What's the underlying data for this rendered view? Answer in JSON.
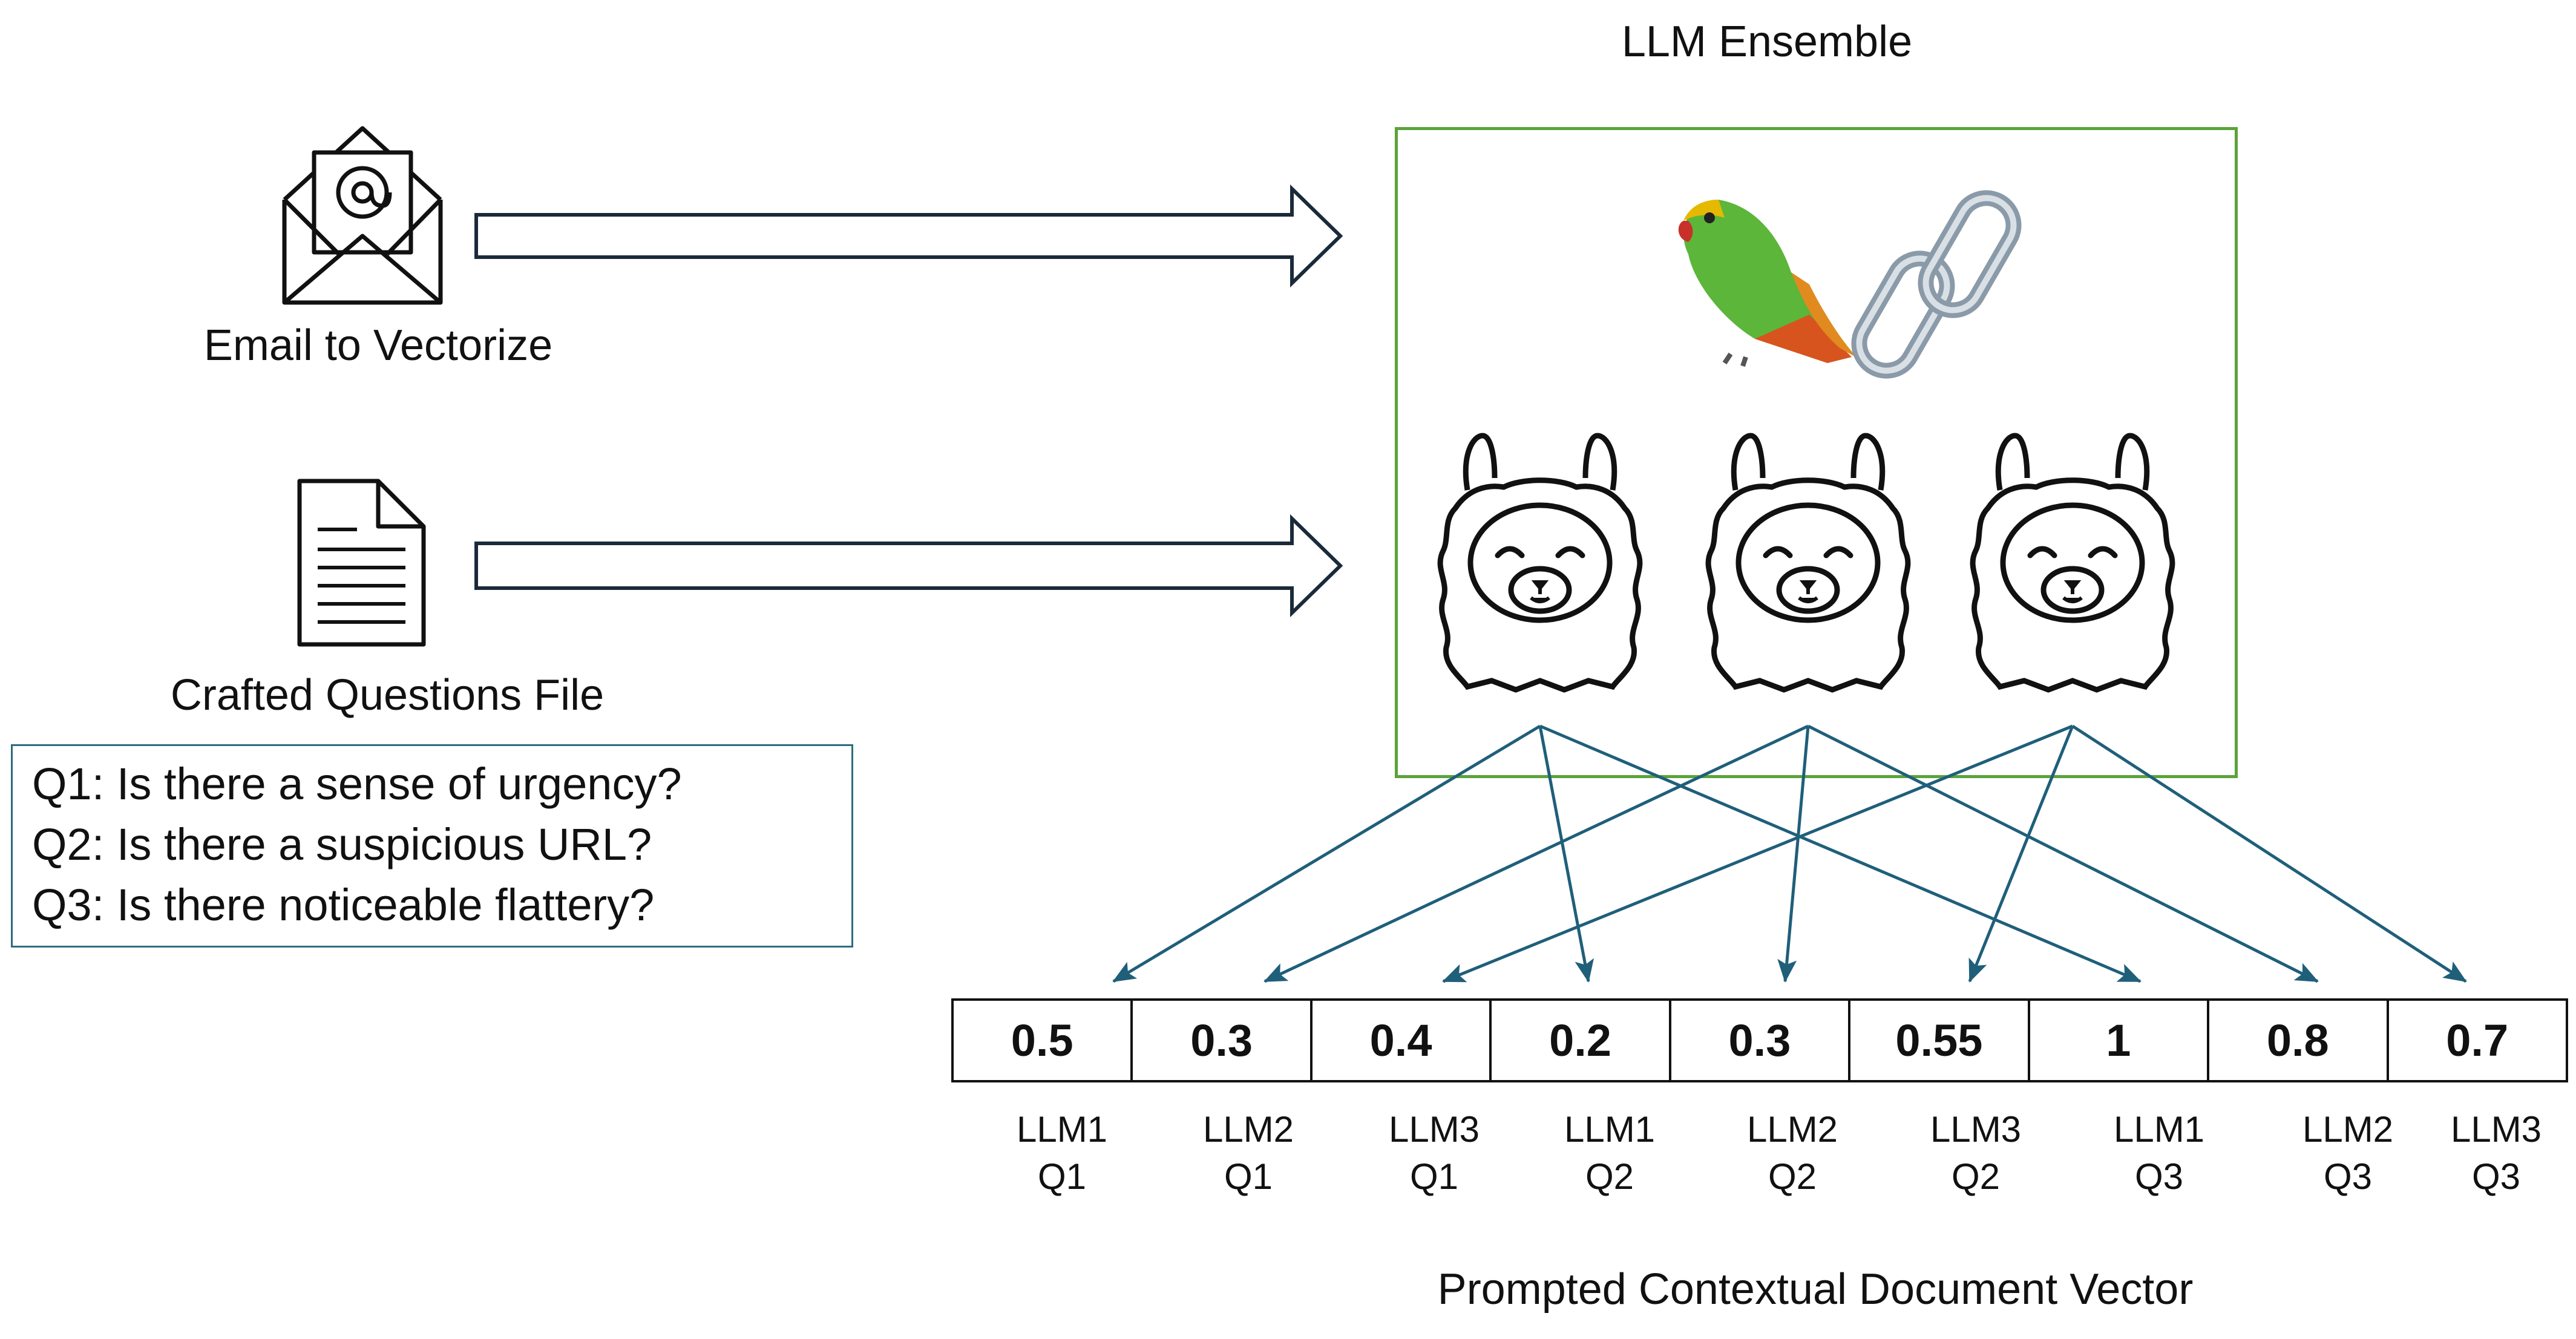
{
  "title": "LLM Ensemble",
  "email_label": "Email to Vectorize",
  "file_label": "Crafted Questions File",
  "questions": [
    "Q1: Is there a sense of urgency?",
    "Q2: Is there a suspicious URL?",
    "Q3: Is there noticeable flattery?"
  ],
  "vector_values": [
    "0.5",
    "0.3",
    "0.4",
    "0.2",
    "0.3",
    "0.55",
    "1",
    "0.8",
    "0.7"
  ],
  "vector_labels": [
    {
      "llm": "LLM1",
      "q": "Q1"
    },
    {
      "llm": "LLM2",
      "q": "Q1"
    },
    {
      "llm": "LLM3",
      "q": "Q1"
    },
    {
      "llm": "LLM1",
      "q": "Q2"
    },
    {
      "llm": "LLM2",
      "q": "Q2"
    },
    {
      "llm": "LLM3",
      "q": "Q2"
    },
    {
      "llm": "LLM1",
      "q": "Q3"
    },
    {
      "llm": "LLM2",
      "q": "Q3"
    },
    {
      "llm": "LLM3",
      "q": "Q3"
    }
  ],
  "vector_caption": "Prompted Contextual Document Vector",
  "icons": [
    "email-icon",
    "document-icon",
    "parrot-icon",
    "chain-link-icon",
    "llama-icon"
  ],
  "colors": {
    "ensemble_border": "#5aa33a",
    "arrow": "#1f5f7a",
    "question_border": "#2e6b7e"
  }
}
